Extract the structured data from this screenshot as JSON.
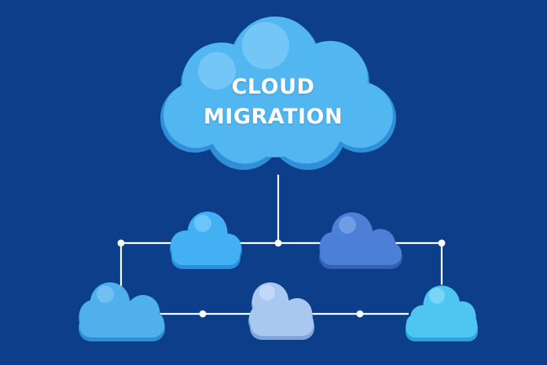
{
  "headline": {
    "line1": "CLOUD",
    "line2": "MIGRATION"
  },
  "colors": {
    "background": "#0d3e8a",
    "main_cloud": "#52b6f0",
    "connector": "#ffffff"
  },
  "clouds": [
    {
      "name": "main-cloud",
      "color": "#52b6f0"
    },
    {
      "name": "cloud-top-left",
      "color": "#42b0f2"
    },
    {
      "name": "cloud-top-right",
      "color": "#4c80d6"
    },
    {
      "name": "cloud-bottom-left",
      "color": "#4fb0ec"
    },
    {
      "name": "cloud-bottom-middle",
      "color": "#a9c8f0"
    },
    {
      "name": "cloud-bottom-right",
      "color": "#4fc6f2"
    }
  ]
}
